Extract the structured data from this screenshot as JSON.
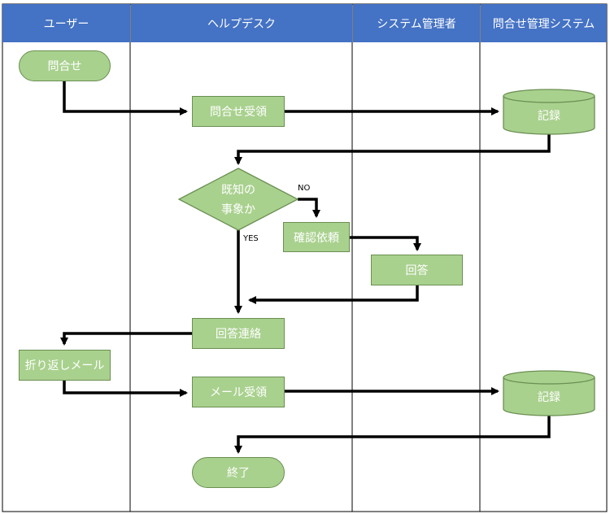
{
  "lanes": [
    {
      "id": "user",
      "label": "ユーザー"
    },
    {
      "id": "helpdesk",
      "label": "ヘルプデスク"
    },
    {
      "id": "sysadmin",
      "label": "システム管理者"
    },
    {
      "id": "inquiry_sys",
      "label": "問合せ管理システム"
    }
  ],
  "nodes": {
    "inquiry": "問合せ",
    "inquiry_receive": "問合せ受領",
    "record1": "記録",
    "decision_line1": "既知の",
    "decision_line2": "事象か",
    "confirm_request": "確認依頼",
    "answer": "回答",
    "answer_contact": "回答連絡",
    "callback_mail": "折り返しメール",
    "mail_receive": "メール受領",
    "record2": "記録",
    "end": "終了"
  },
  "edge_labels": {
    "no": "NO",
    "yes": "YES"
  },
  "colors": {
    "header": "#4472c4",
    "node_fill": "#a9d18e",
    "node_border": "#6a8f52",
    "arrow": "#000000"
  }
}
